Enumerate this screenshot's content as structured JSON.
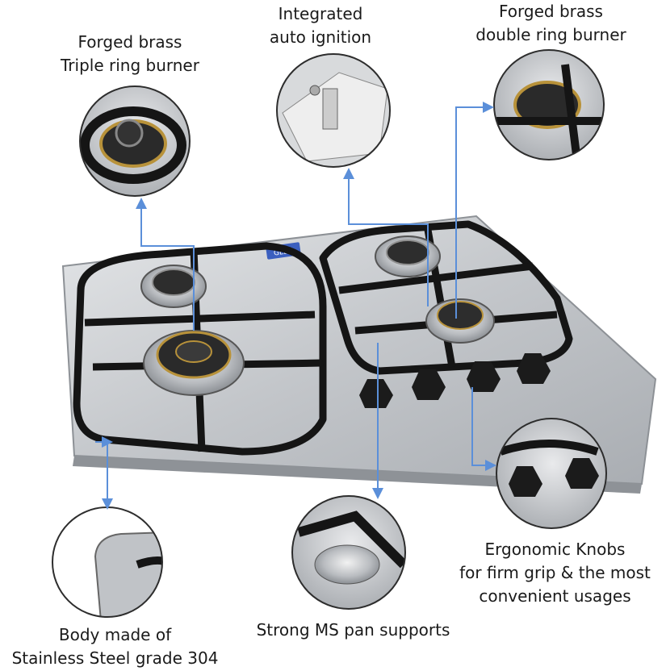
{
  "brand_badge": "GLEN",
  "callouts": {
    "triple_burner": {
      "line1": "Forged brass",
      "line2": "Triple ring burner"
    },
    "auto_ignition": {
      "line1": "Integrated",
      "line2": "auto ignition"
    },
    "double_burner": {
      "line1": "Forged brass",
      "line2": "double ring burner"
    },
    "knobs": {
      "line1": "Ergonomic Knobs",
      "line2": "for firm grip & the most",
      "line3": "convenient usages"
    },
    "pan_supports": {
      "line1": "Strong MS pan supports"
    },
    "body": {
      "line1": "Body made of",
      "line2": "Stainless Steel grade 304"
    }
  },
  "colors": {
    "arrow": "#5b8fd9",
    "steel": "#c8cbcf",
    "grate": "#151515",
    "brass": "#b8923a"
  }
}
